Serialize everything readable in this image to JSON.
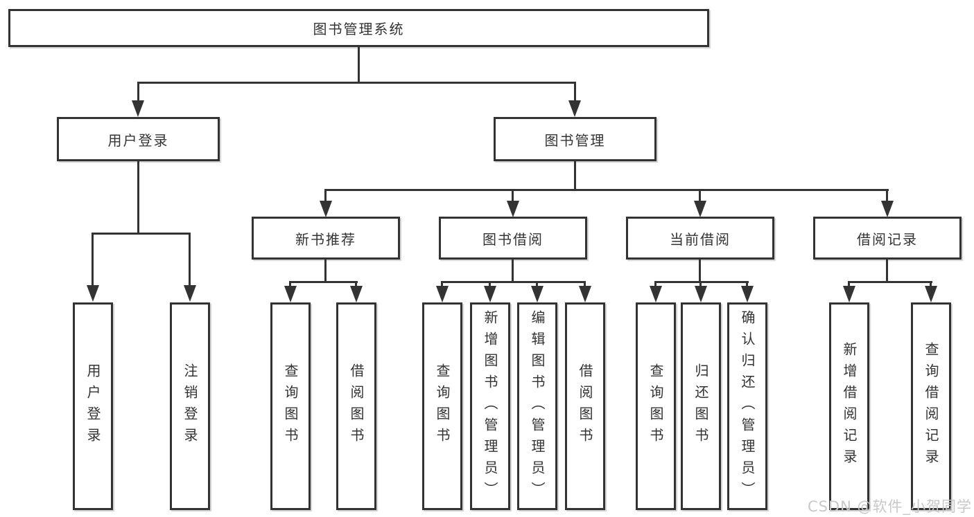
{
  "diagram_title": "图书管理系统",
  "nodes": {
    "root": {
      "label": "图书管理系统"
    },
    "user_login": {
      "label": "用户登录"
    },
    "book_mgmt": {
      "label": "图书管理"
    },
    "new_book_rec": {
      "label": "新书推荐"
    },
    "book_borrow": {
      "label": "图书借阅"
    },
    "current_borrow": {
      "label": "当前借阅"
    },
    "borrow_records": {
      "label": "借阅记录"
    },
    "leaf_user_login": {
      "label": "用户登录"
    },
    "leaf_logout": {
      "label": "注销登录"
    },
    "leaf_rec_query_book": {
      "label": "查询图书"
    },
    "leaf_rec_borrow_book": {
      "label": "借阅图书"
    },
    "leaf_bb_query_book": {
      "label": "查询图书"
    },
    "leaf_bb_add_book": {
      "label": "新增图书（管理员）"
    },
    "leaf_bb_edit_book": {
      "label": "编辑图书（管理员）"
    },
    "leaf_bb_borrow_book": {
      "label": "借阅图书"
    },
    "leaf_cb_query_book": {
      "label": "查询图书"
    },
    "leaf_cb_return_book": {
      "label": "归还图书"
    },
    "leaf_cb_confirm_return": {
      "label": "确认归还（管理员）"
    },
    "leaf_br_add_record": {
      "label": "新增借阅记录"
    },
    "leaf_br_query_record": {
      "label": "查询借阅记录"
    }
  },
  "watermark": "CSDN @软件_小贺同学",
  "colors": {
    "line": "#333333",
    "box_background": "#ffffff",
    "box_border": "#333333",
    "watermark": "#c8c8c8"
  }
}
